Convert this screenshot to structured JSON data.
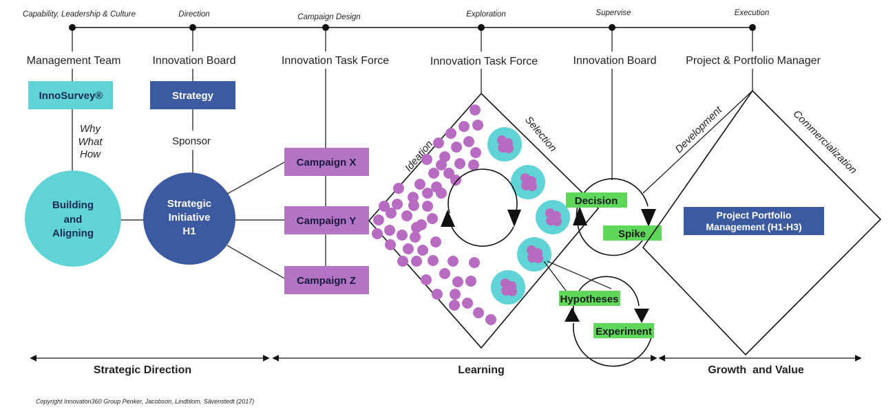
{
  "colors": {
    "cyan": "#5fd3d6",
    "navy": "#3b5aa0",
    "purple": "#b474c4",
    "dot": "#b86cc1",
    "green": "#5fd75a"
  },
  "top_labels": [
    "Capability, Leadership & Culture",
    "Direction",
    "Campaign Design",
    "Exploration",
    "Supervise",
    "Execution"
  ],
  "roles": [
    "Management Team",
    "Innovation Board",
    "Innovation Task Force",
    "Innovation Task Force",
    "Innovation Board",
    "Project & Portfolio Manager"
  ],
  "boxes": {
    "innosurvey": "InnoSurvey®",
    "strategy": "Strategy",
    "campaign_x": "Campaign X",
    "campaign_y": "Campaign Y",
    "campaign_z": "Campaign Z",
    "decision": "Decision",
    "spike": "Spike",
    "hypotheses": "Hypotheses",
    "experiment": "Experiment",
    "portfolio": [
      "Project Portfolio",
      "Management (H1-H3)"
    ]
  },
  "why_what_how": [
    "Why",
    "What",
    "How"
  ],
  "sponsor": "Sponsor",
  "circles": {
    "building": [
      "Building",
      "and",
      "Aligning"
    ],
    "strategic": [
      "Strategic",
      "Initiative",
      "H1"
    ]
  },
  "diamond_labels": {
    "ideation": "Ideation",
    "selection": "Selection",
    "development": "Development",
    "commercialization": "Commercialization"
  },
  "phases": [
    "Strategic Direction",
    "Learning",
    "Growth  and Value"
  ],
  "copyright": "Copyright Innovaton360 Group Penker, Jacobson, Lindblom, Sävenstedt (2017)"
}
